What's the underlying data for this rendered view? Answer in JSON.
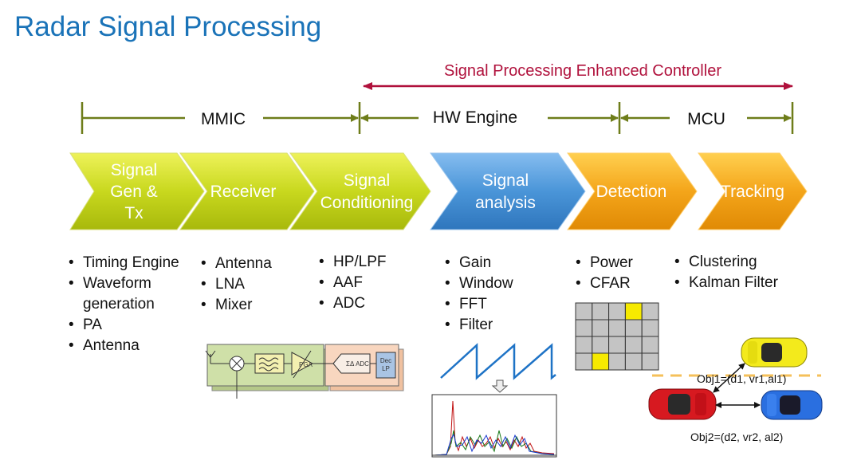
{
  "title": "Radar Signal Processing",
  "spec_bar": {
    "label": "Signal Processing Enhanced Controller",
    "color": "#b0113c"
  },
  "ranges": [
    {
      "label": "MMIC"
    },
    {
      "label": "HW Engine"
    },
    {
      "label": "MCU"
    }
  ],
  "stages": [
    {
      "lines": [
        "Signal",
        "Gen &",
        "Tx"
      ],
      "color": "#c8d81e"
    },
    {
      "lines": [
        "Receiver"
      ],
      "color": "#c8d81e"
    },
    {
      "lines": [
        "Signal",
        "Conditioning"
      ],
      "color": "#c8d81e"
    },
    {
      "lines": [
        "Signal",
        "analysis"
      ],
      "color": "#4a95d8"
    },
    {
      "lines": [
        "Detection"
      ],
      "color": "#f4a51a"
    },
    {
      "lines": [
        "Tracking"
      ],
      "color": "#f4a51a"
    }
  ],
  "columns": [
    {
      "items": [
        {
          "text": "Timing Engine",
          "bullet": true
        },
        {
          "text": "Waveform",
          "bullet": true
        },
        {
          "text": "generation",
          "bullet": false
        },
        {
          "text": "PA",
          "bullet": true
        },
        {
          "text": "Antenna",
          "bullet": true
        }
      ]
    },
    {
      "items": [
        {
          "text": "Antenna",
          "bullet": true
        },
        {
          "text": "LNA",
          "bullet": true
        },
        {
          "text": "Mixer",
          "bullet": true
        }
      ]
    },
    {
      "items": [
        {
          "text": "HP/LPF",
          "bullet": true
        },
        {
          "text": "AAF",
          "bullet": true
        },
        {
          "text": "ADC",
          "bullet": true
        }
      ]
    },
    {
      "items": [
        {
          "text": "Gain",
          "bullet": true
        },
        {
          "text": "Window",
          "bullet": true
        },
        {
          "text": "FFT",
          "bullet": true
        },
        {
          "text": "Filter",
          "bullet": true
        }
      ]
    },
    {
      "items": [
        {
          "text": "Power",
          "bullet": true
        },
        {
          "text": "CFAR",
          "bullet": true
        }
      ]
    },
    {
      "items": [
        {
          "text": "Clustering",
          "bullet": true
        },
        {
          "text": "Kalman Filter",
          "bullet": true
        }
      ]
    }
  ],
  "circuit": {
    "pga": "PGA",
    "adc": "ΣΔ ADC",
    "dec": "Dec",
    "lp": "LP"
  },
  "cfar_highlight": [
    [
      0,
      3
    ],
    [
      3,
      1
    ]
  ],
  "tracking": {
    "obj1": "Obj1=(d1, vr1,al1)",
    "obj2": "Obj2=(d2, vr2, al2)",
    "car_colors": {
      "yellow": "#f3ea1c",
      "red": "#d71920",
      "blue": "#2a6fe0"
    }
  }
}
